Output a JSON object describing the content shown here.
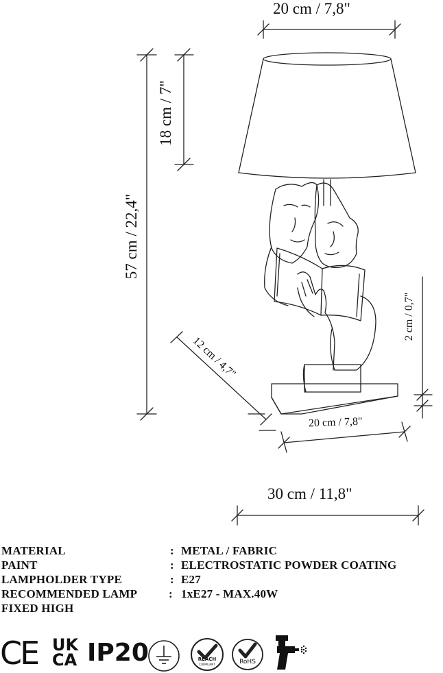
{
  "dimensions": {
    "shade_top_width": "20 cm / 7,8\"",
    "shade_height": "18 cm / 7\"",
    "total_height": "57 cm / 22,4\"",
    "base_depth": "12 cm / 4,7\"",
    "base_width": "20 cm / 7,8\"",
    "base_height": "2 cm / 0,7\"",
    "overall_width": "30 cm / 11,8\""
  },
  "specs": [
    {
      "label": "MATERIAL",
      "colon": ":",
      "value": "METAL / FABRIC"
    },
    {
      "label": "PAINT",
      "colon": ":",
      "value": "ELECTROSTATIC POWDER COATING"
    },
    {
      "label": "LAMPHOLDER TYPE",
      "colon": ":",
      "value": "E27"
    },
    {
      "label": "RECOMMENDED LAMP",
      "colon": ":",
      "value": "1xE27 - MAX.40W"
    },
    {
      "label": "FIXED HIGH",
      "colon": "",
      "value": ""
    }
  ],
  "certifications": {
    "ce": "CE",
    "ukca_top": "UK",
    "ukca_bottom": "CA",
    "ip_rating": "IP20",
    "reach": "REACH",
    "reach_sub": "COMPLIANT",
    "rohs": "RoHS",
    "icons": [
      "ce-mark-icon",
      "ukca-mark-icon",
      "earth-ground-icon",
      "reach-check-icon",
      "rohs-check-icon",
      "spray-gun-icon"
    ]
  }
}
